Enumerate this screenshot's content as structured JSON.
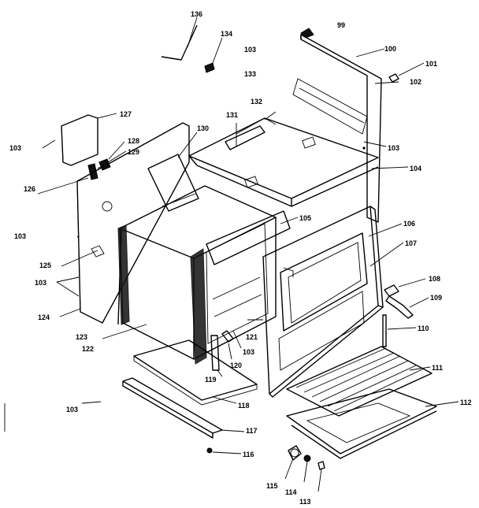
{
  "callouts": [
    {
      "id": "c136",
      "text": "136"
    },
    {
      "id": "c134",
      "text": "134"
    },
    {
      "id": "c99",
      "text": "99"
    },
    {
      "id": "c100",
      "text": "100"
    },
    {
      "id": "c101",
      "text": "101"
    },
    {
      "id": "c102",
      "text": "102"
    },
    {
      "id": "c103a",
      "text": "103"
    },
    {
      "id": "c133",
      "text": "133"
    },
    {
      "id": "c132",
      "text": "132"
    },
    {
      "id": "c131",
      "text": "131"
    },
    {
      "id": "c130",
      "text": "130"
    },
    {
      "id": "c127",
      "text": "127"
    },
    {
      "id": "c128",
      "text": "128"
    },
    {
      "id": "c129",
      "text": "129"
    },
    {
      "id": "c103b",
      "text": "103"
    },
    {
      "id": "c126",
      "text": "126"
    },
    {
      "id": "c103c",
      "text": "103"
    },
    {
      "id": "c104",
      "text": "104"
    },
    {
      "id": "c105",
      "text": "105"
    },
    {
      "id": "c106",
      "text": "106"
    },
    {
      "id": "c107",
      "text": "107"
    },
    {
      "id": "c103d",
      "text": "103"
    },
    {
      "id": "c125",
      "text": "125"
    },
    {
      "id": "c103e",
      "text": "103"
    },
    {
      "id": "c124",
      "text": "124"
    },
    {
      "id": "c108",
      "text": "108"
    },
    {
      "id": "c109",
      "text": "109"
    },
    {
      "id": "c110",
      "text": "110"
    },
    {
      "id": "c123",
      "text": "123"
    },
    {
      "id": "c122",
      "text": "122"
    },
    {
      "id": "c121",
      "text": "121"
    },
    {
      "id": "c103f",
      "text": "103"
    },
    {
      "id": "c120",
      "text": "120"
    },
    {
      "id": "c119",
      "text": "119"
    },
    {
      "id": "c111",
      "text": "111"
    },
    {
      "id": "c118",
      "text": "118"
    },
    {
      "id": "c112",
      "text": "112"
    },
    {
      "id": "c103g",
      "text": "103"
    },
    {
      "id": "c117",
      "text": "117"
    },
    {
      "id": "c116",
      "text": "116"
    },
    {
      "id": "c115",
      "text": "115"
    },
    {
      "id": "c114",
      "text": "114"
    },
    {
      "id": "c113",
      "text": "113"
    }
  ]
}
